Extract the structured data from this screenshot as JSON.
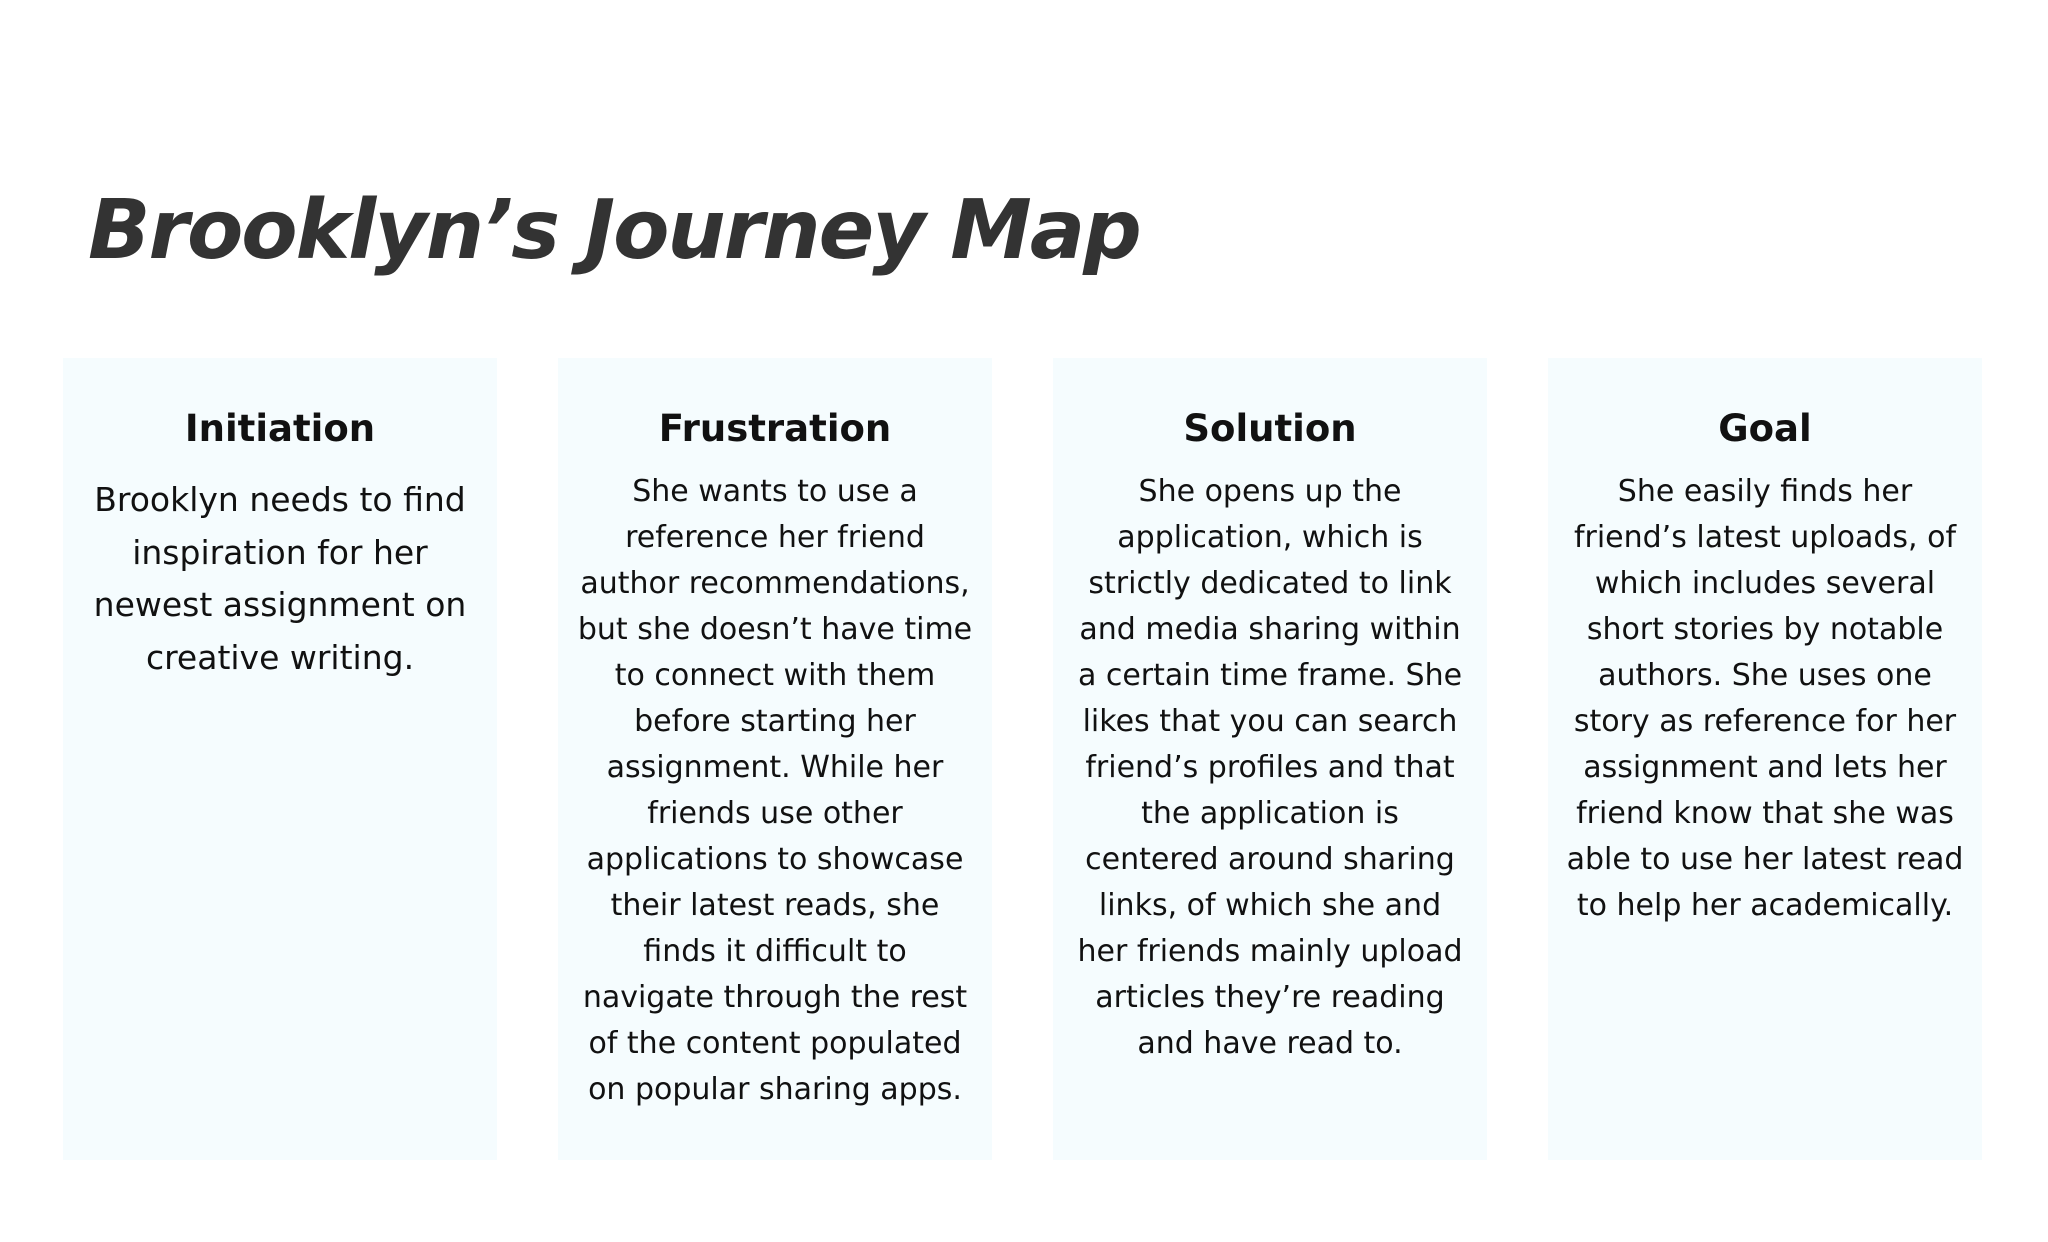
{
  "title": "Brooklyn’s Journey Map",
  "cards": [
    {
      "heading": "Initiation",
      "body": "Brooklyn needs to find\ninspiration for her\nnewest assignment on\ncreative writing."
    },
    {
      "heading": "Frustration",
      "body": "She wants to use a\nreference her friend\nauthor recommendations,\nbut she doesn’t have time\nto connect with them\nbefore starting her\nassignment. While her\nfriends use other\napplications to showcase\ntheir latest reads, she\nfinds it difficult to\nnavigate through the rest\nof the content populated\non popular sharing apps."
    },
    {
      "heading": "Solution",
      "body": "She opens up the\napplication, which is\nstrictly dedicated to link\nand media sharing within\na certain time frame. She\nlikes that you can search\nfriend’s profiles and that\nthe application is\ncentered around sharing\nlinks, of which she and\nher friends mainly upload\narticles they’re reading\nand have read to."
    },
    {
      "heading": "Goal",
      "body": "She easily finds her\nfriend’s latest uploads, of\nwhich includes several\nshort stories by notable\nauthors. She uses one\nstory as reference for her\nassignment and lets her\nfriend know that she was\nable to use her latest read\nto help her academically."
    }
  ]
}
